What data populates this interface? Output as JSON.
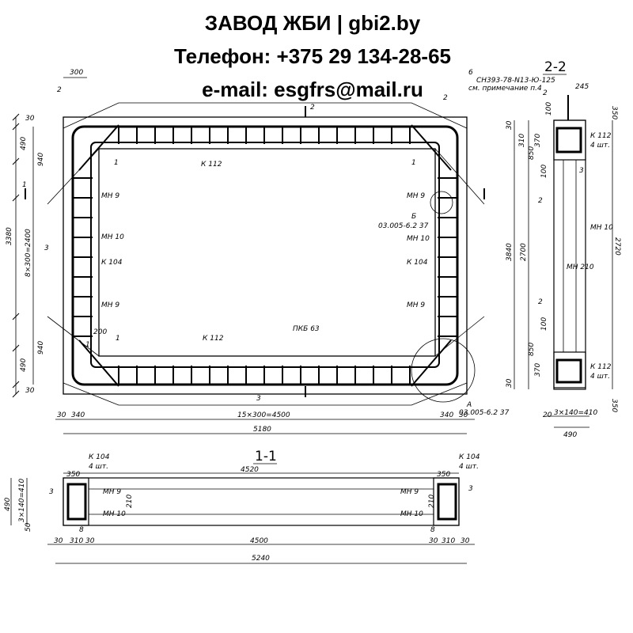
{
  "header": {
    "line1": "ЗАВОД ЖБИ | gbi2.by",
    "line2": "Телефон: +375 29 134-28-65",
    "line3": "e-mail: esgfrs@mail.ru"
  },
  "plan": {
    "dims": {
      "d300": "300",
      "d30a": "30",
      "d490a": "490",
      "d940a": "940",
      "d3380": "3380",
      "d8x300": "8×300=2400",
      "d940b": "940",
      "d490b": "490",
      "d30b": "30",
      "b30": "30",
      "b340a": "340",
      "b15x300": "15×300=4500",
      "b340b": "340",
      "b30b": "30",
      "b5180": "5180",
      "d200": "200",
      "d1a": "1",
      "d1b": "1"
    },
    "labels": {
      "n2a": "2",
      "n2b": "2",
      "n1a": "1",
      "n1b": "1",
      "k112a": "К 112",
      "k112b": "К 112",
      "mn9a": "МН 9",
      "mn10a": "МН 10",
      "k104a": "К 104",
      "mn9b": "МН 9",
      "mn9c": "МН 9",
      "b_mark": "Б",
      "b_ref": "03.005-6.2  37",
      "mn10b": "МН 10",
      "k104b": "К 104",
      "mn9d": "МН 9",
      "pkb63": "ПКБ 63",
      "n3a": "3",
      "n3b": "3",
      "a_mark": "А",
      "a_ref": "03.005-6.2  37",
      "sn_note1": "СН393-78-N13-Ю-125",
      "sn_note2": "см. примечание п.4",
      "n6": "6",
      "cut1": "1",
      "cut2": "2"
    }
  },
  "section22": {
    "title": "2-2",
    "dims": {
      "d245": "245",
      "d350a": "350",
      "d30a": "30",
      "d310": "310",
      "d370a": "370",
      "d850a": "850",
      "d3840": "3840",
      "d2700": "2700",
      "d850b": "850",
      "d370b": "370",
      "d30b": "30",
      "d350b": "350",
      "d2720": "2720",
      "d3x90": "3×140=410",
      "d490": "490",
      "d100a": "100",
      "d100b": "100",
      "d100c": "100",
      "d20": "20"
    },
    "labels": {
      "n2a": "2",
      "k112a": "К 112",
      "k112a_q": "4 шт.",
      "n3": "3",
      "n2b": "2",
      "mn10": "МН 10",
      "mn210": "МН 210",
      "n2c": "2",
      "k112b": "К 112",
      "k112b_q": "4 шт."
    }
  },
  "section11": {
    "title": "1-1",
    "dims": {
      "d4520": "4520",
      "d350a": "350",
      "d350b": "350",
      "d490": "490",
      "d3x140": "3×140=410",
      "d30a": "30",
      "d310a": "310",
      "d30b": "30",
      "d4500": "4500",
      "d30c": "30",
      "d310b": "310",
      "d30d": "30",
      "d5240": "5240",
      "d50": "50",
      "d210a": "210",
      "d210b": "210"
    },
    "labels": {
      "k104a": "К 104",
      "k104a_q": "4 шт.",
      "k104b": "К 104",
      "k104b_q": "4 шт.",
      "n3a": "3",
      "n3b": "3",
      "mn9a": "МН 9",
      "mn10a": "МН 10",
      "mn9b": "МН 9",
      "mn10b": "МН 10",
      "n8a": "8",
      "n8b": "8"
    }
  }
}
